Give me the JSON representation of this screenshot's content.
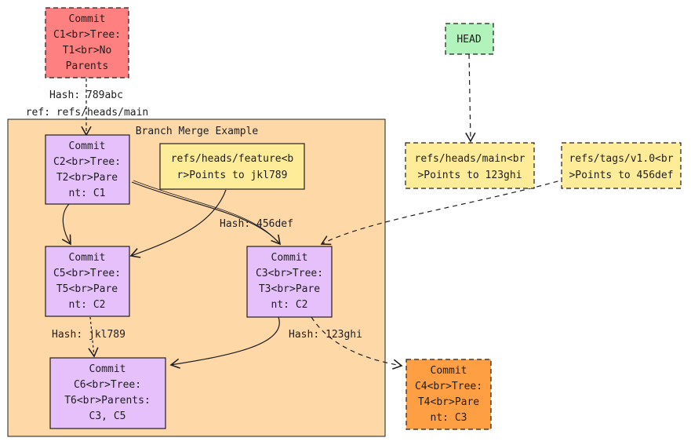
{
  "diagram": {
    "colors": {
      "red_node": "#ff8080",
      "purple_node": "#e5c0fb",
      "green_node": "#b2f2bb",
      "yellow_node": "#ffec99",
      "orange_node": "#ff9f43",
      "group_fill": "#ffd8a8",
      "stroke": "#1e1e1e"
    },
    "group": {
      "label": "Branch Merge Example"
    },
    "nodes": {
      "c1": [
        "Commit",
        "C1<br>Tree:",
        "T1<br>No",
        "Parents"
      ],
      "head": [
        "HEAD"
      ],
      "c2": [
        "Commit",
        "C2<br>Tree:",
        "T2<br>Pare",
        "nt: C1"
      ],
      "feature_ref": [
        "refs/heads/feature<b",
        "r>Points to jkl789"
      ],
      "main_ref": [
        "refs/heads/main<br",
        ">Points to 123ghi"
      ],
      "tag_ref": [
        "refs/tags/v1.0<br",
        ">Points to 456def"
      ],
      "c5": [
        "Commit",
        "C5<br>Tree:",
        "T5<br>Pare",
        "nt: C2"
      ],
      "c3": [
        "Commit",
        "C3<br>Tree:",
        "T3<br>Pare",
        "nt: C2"
      ],
      "c6": [
        "Commit",
        "C6<br>Tree:",
        "T6<br>Parents:",
        "C3, C5"
      ],
      "c4": [
        "Commit",
        "C4<br>Tree:",
        "T4<br>Pare",
        "nt: C3"
      ]
    },
    "edge_labels": {
      "hash_789abc": "Hash: 789abc",
      "ref_main": "ref: refs/heads/main",
      "hash_456def": "Hash: 456def",
      "hash_jkl789": "Hash: jkl789",
      "hash_123ghi": "Hash: 123ghi"
    }
  }
}
